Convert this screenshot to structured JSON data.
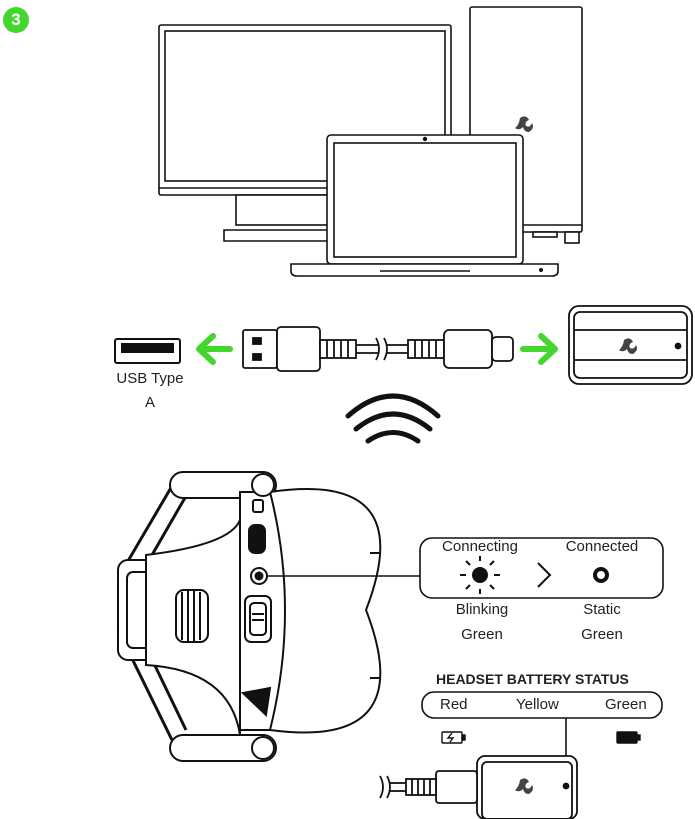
{
  "step_number": "3",
  "usb_label_line1": "USB Type",
  "usb_label_line2": "A",
  "status_panel": {
    "connecting": "Connecting",
    "connected": "Connected",
    "blinking_line1": "Blinking",
    "blinking_line2": "Green",
    "static_line1": "Static",
    "static_line2": "Green"
  },
  "battery": {
    "title": "HEADSET BATTERY STATUS",
    "levels": [
      "Red",
      "Yellow",
      "Green"
    ]
  },
  "colors": {
    "accent": "#44d62c",
    "line": "#111111"
  }
}
